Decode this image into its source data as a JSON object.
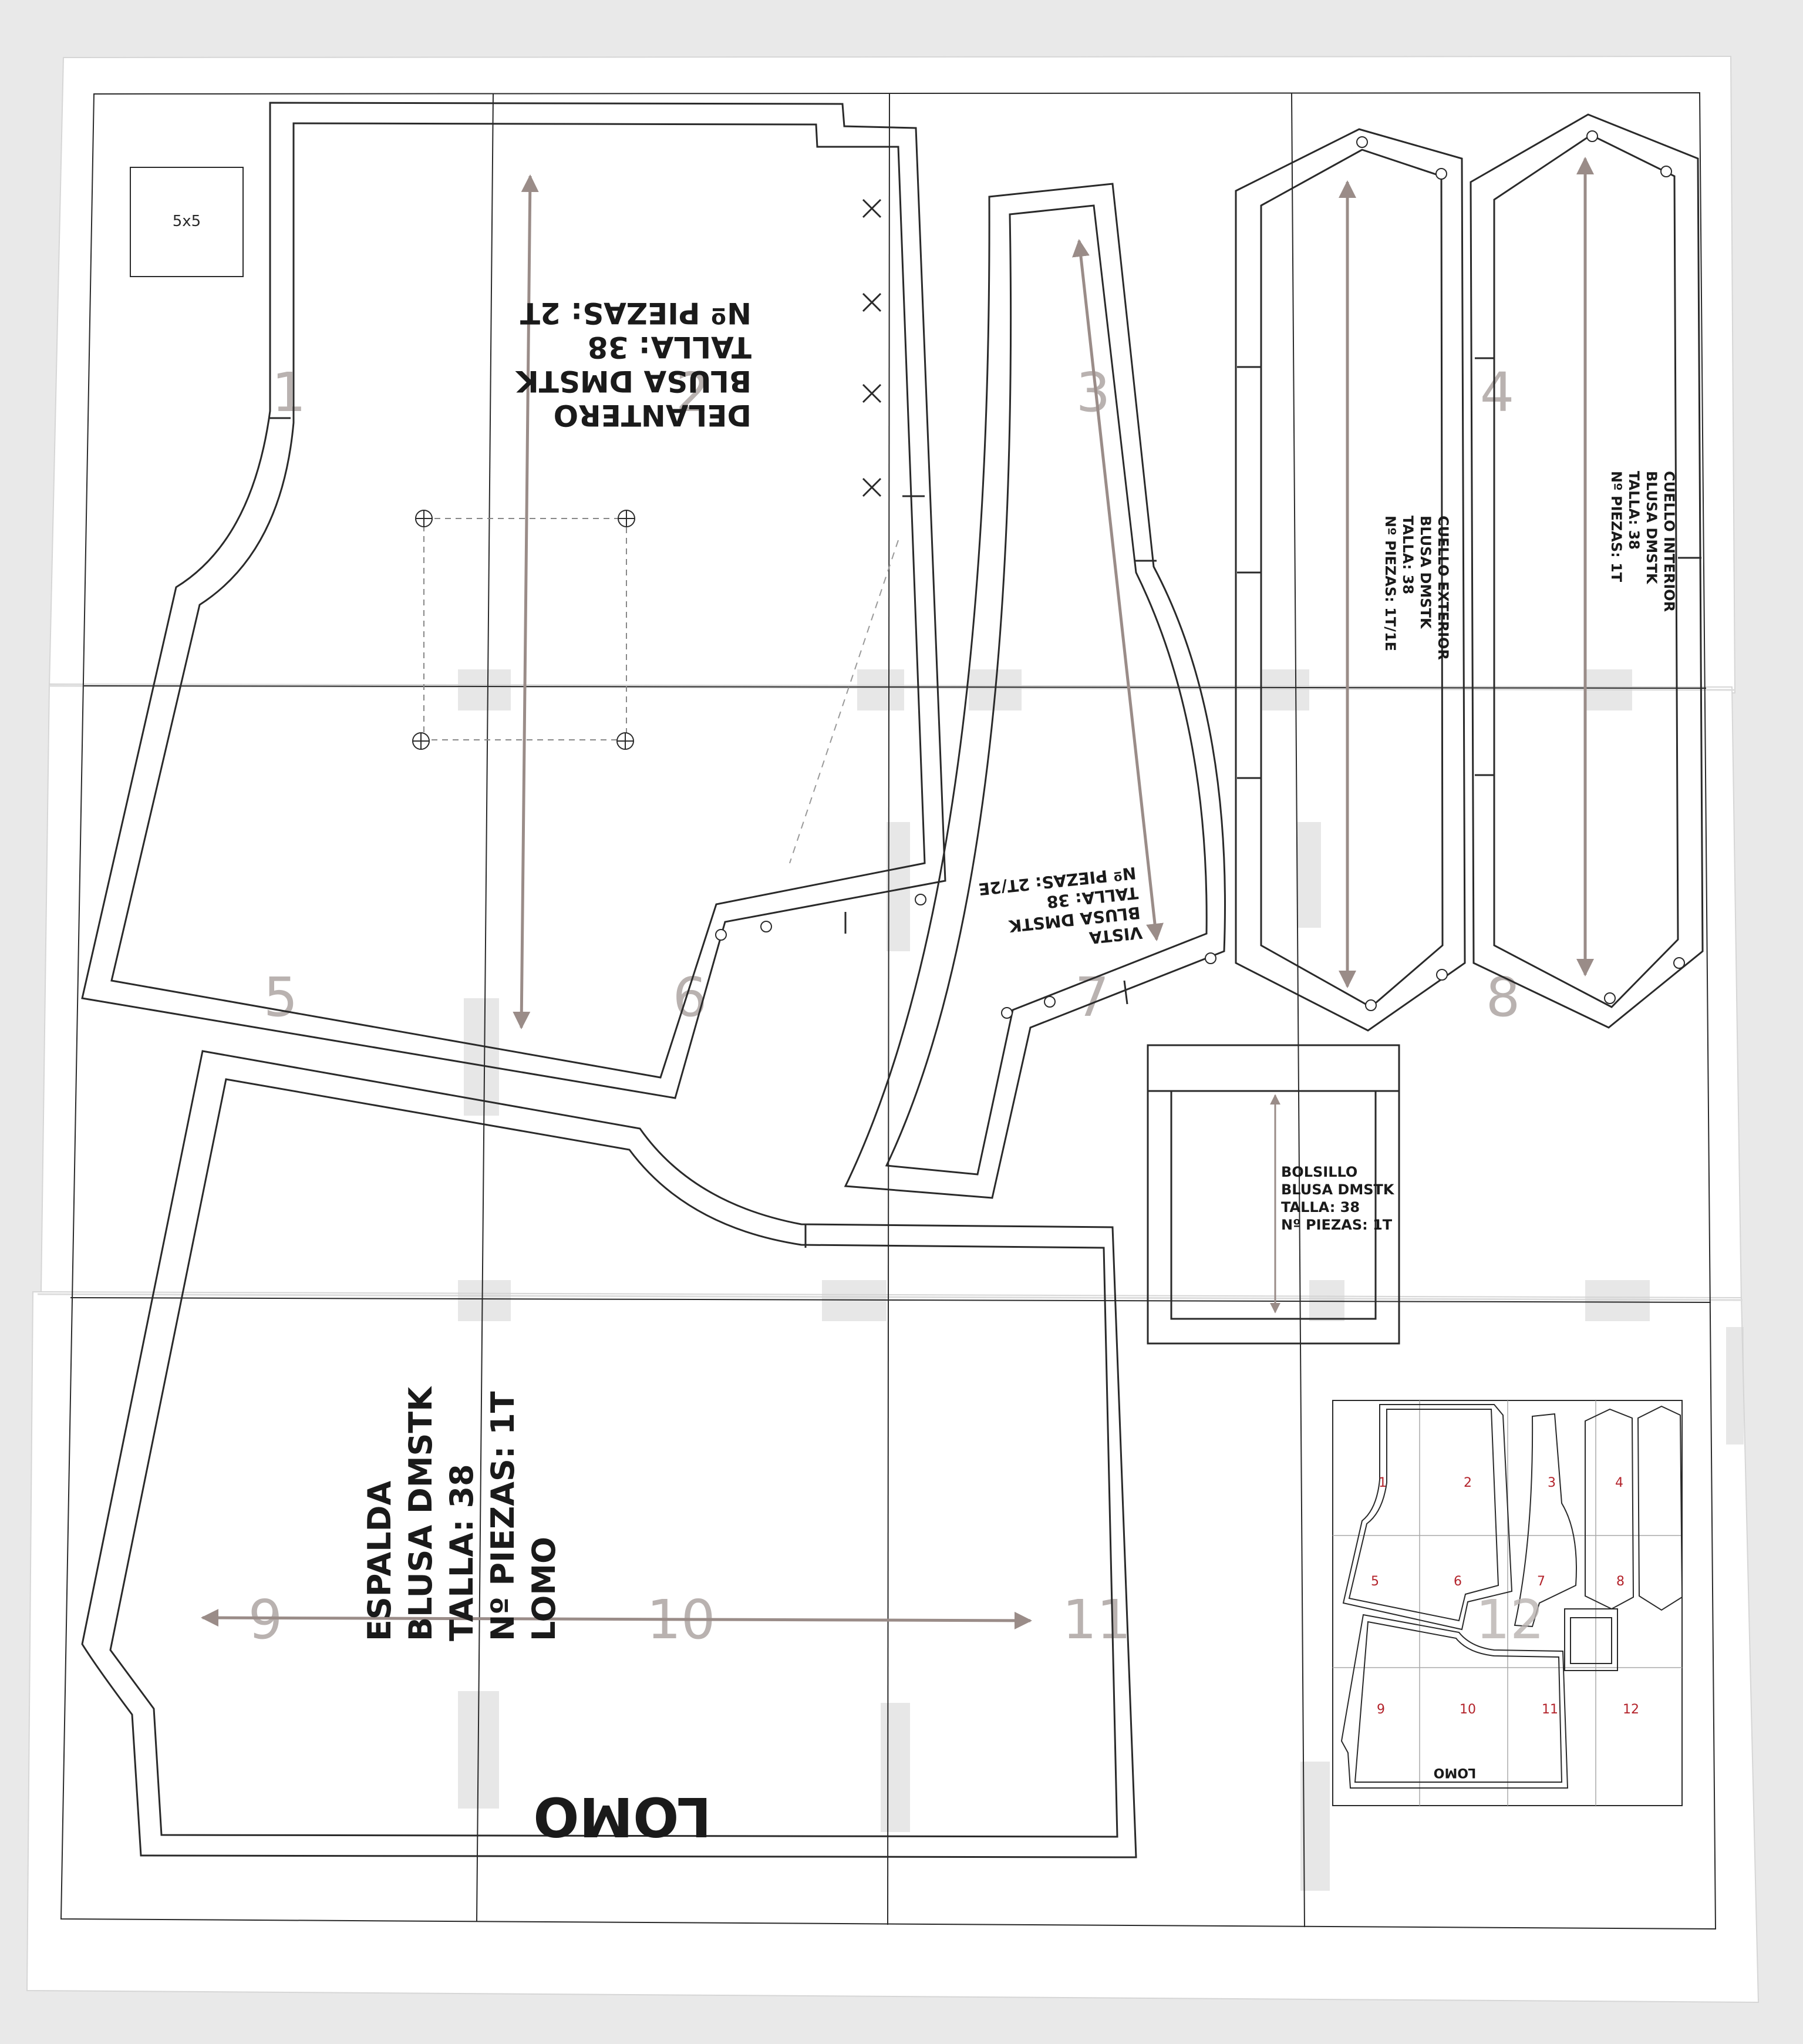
{
  "pattern": {
    "square_label": "5x5",
    "tile_numbers": [
      "1",
      "2",
      "3",
      "4",
      "5",
      "6",
      "7",
      "8",
      "9",
      "10",
      "11",
      "12"
    ],
    "delantero": {
      "line1": "DELANTERO",
      "line2": "BLUSA DMSTK",
      "line3": "TALLA: 38",
      "line4": "Nº PIEZAS: 2T"
    },
    "vista": {
      "line1": "VISTA",
      "line2": "BLUSA DMSTK",
      "line3": "TALLA: 38",
      "line4": "Nº PIEZAS: 2T/2E"
    },
    "cuello_exterior": {
      "line1": "CUELLO EXTERIOR",
      "line2": "BLUSA DMSTK",
      "line3": "TALLA: 38",
      "line4": "Nº PIEZAS: 1T/1E"
    },
    "cuello_interior": {
      "line1": "CUELLO INTERIOR",
      "line2": "BLUSA DMSTK",
      "line3": "TALLA: 38",
      "line4": "Nº PIEZAS: 1T"
    },
    "bolsillo": {
      "line1": "BOLSILLO",
      "line2": "BLUSA DMSTK",
      "line3": "TALLA: 38",
      "line4": "Nº PIEZAS: 1T"
    },
    "espalda": {
      "line1": "ESPALDA",
      "line2": "BLUSA DMSTK",
      "line3": "TALLA: 38",
      "line4": "Nº PIEZAS: 1T",
      "line5": "LOMO"
    },
    "lomo_label": "LOMO",
    "mini_map": {
      "tile_numbers": [
        "1",
        "2",
        "3",
        "4",
        "5",
        "6",
        "7",
        "8",
        "9",
        "10",
        "11",
        "12"
      ],
      "lomo_label": "LOMO"
    },
    "colors": {
      "paper": "#ffffff",
      "background": "#e9e9e9",
      "line": "#2a2a2a",
      "grain": "#9a8c88",
      "tile_number": "#b9b2b0",
      "mini_number": "#b3232b",
      "tape": "#cdcdcd"
    }
  }
}
